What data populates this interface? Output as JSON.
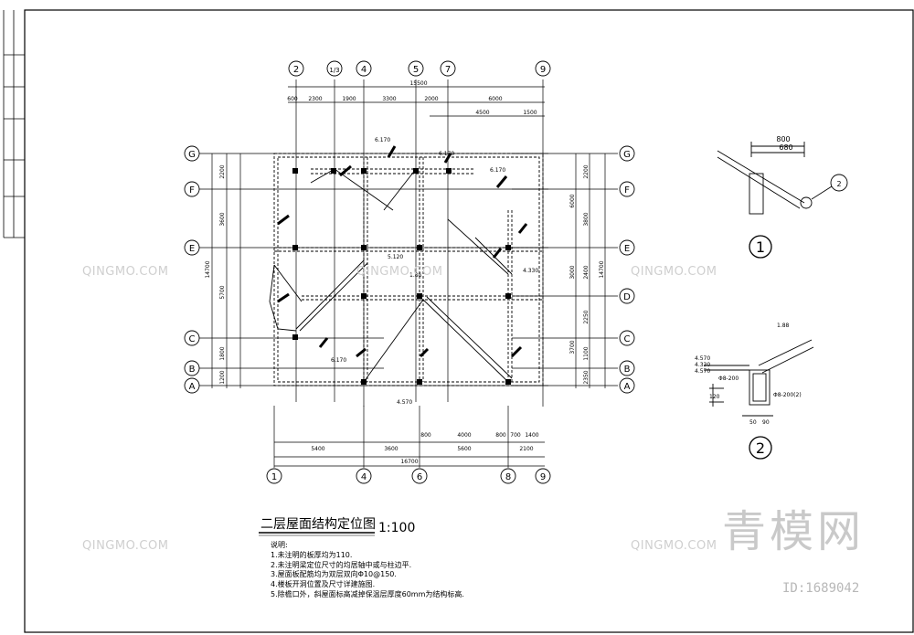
{
  "drawing": {
    "title": "二层屋面结构定位图",
    "scale": "1:100",
    "notes_heading": "说明:",
    "notes": [
      "1.未注明的板厚均为110.",
      "2.未注明梁定位尺寸的均居轴中或与柱边平.",
      "3.屋面板配筋均为双层双向Φ10@150.",
      "4.楼板开洞位置及尺寸详建施图.",
      "5.除檐口外，斜屋面标高减掉保温层厚度60mm为结构标高."
    ],
    "top_axes": [
      "2",
      "1/3",
      "4",
      "5",
      "7",
      "9"
    ],
    "bottom_axes": [
      "1",
      "4",
      "6",
      "8",
      "9"
    ],
    "left_axes": [
      "G",
      "F",
      "E",
      "C",
      "B",
      "A"
    ],
    "right_axes": [
      "G",
      "F",
      "E",
      "D",
      "C",
      "B",
      "A"
    ],
    "top_dims_row1": [
      "600",
      "2300",
      "1900",
      "3300",
      "2000",
      "6000"
    ],
    "top_total": "15500",
    "top_dims_row2": [
      "4500",
      "1500"
    ],
    "bottom_dims_row1": [
      "800",
      "4000",
      "800",
      "700",
      "1400"
    ],
    "bottom_dims_row2": [
      "5400",
      "3600",
      "5600",
      "2100"
    ],
    "bottom_total": "16700",
    "left_dims": [
      "2200",
      "3600",
      "5700",
      "1800",
      "1200"
    ],
    "left_total": "14700",
    "right_dims": [
      "2200",
      "6000",
      "3800",
      "2400",
      "3000",
      "2250",
      "1100",
      "3700",
      "2350"
    ],
    "right_total": "14700",
    "elevations": [
      "6.170",
      "6.170",
      "6.170",
      "6.170",
      "5.120",
      "4.570",
      "4.330",
      "1.88"
    ],
    "section1": {
      "label": "1",
      "dims": [
        "800",
        "680"
      ],
      "callout": "2"
    },
    "section2": {
      "label": "2",
      "dims": [
        "4.570",
        "4.330",
        "4.570",
        "120",
        "50",
        "90",
        "1.88"
      ],
      "rebar": [
        "Φ8-200",
        "Φ8-200(2)"
      ]
    }
  },
  "watermark": {
    "text": "QINGMO.COM",
    "brand": "青模网",
    "id": "ID:1689042"
  },
  "colors": {
    "line": "#000000",
    "watermark": "#cfcfcf"
  }
}
